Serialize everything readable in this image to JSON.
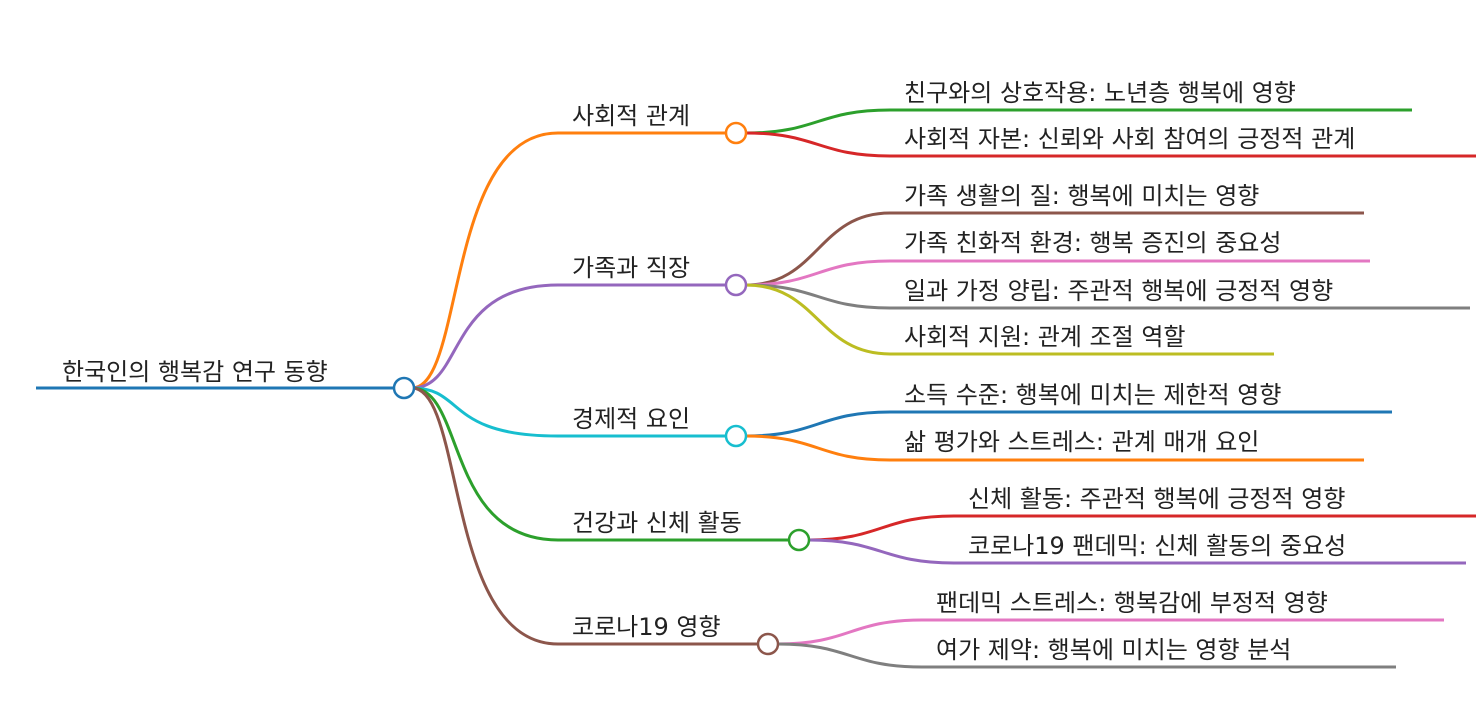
{
  "root": {
    "label": "한국인의 행복감 연구 동향",
    "color": "#1f77b4"
  },
  "branches": [
    {
      "label": "사회적 관계",
      "color": "#ff7f0e",
      "children": [
        {
          "label": "친구와의 상호작용: 노년층 행복에 영향",
          "color": "#2ca02c"
        },
        {
          "label": "사회적 자본: 신뢰와 사회 참여의 긍정적 관계",
          "color": "#d62728"
        }
      ]
    },
    {
      "label": "가족과 직장",
      "color": "#9467bd",
      "children": [
        {
          "label": "가족 생활의 질: 행복에 미치는 영향",
          "color": "#8c564b"
        },
        {
          "label": "가족 친화적 환경: 행복 증진의 중요성",
          "color": "#e377c2"
        },
        {
          "label": "일과 가정 양립: 주관적 행복에 긍정적 영향",
          "color": "#7f7f7f"
        },
        {
          "label": "사회적 지원: 관계 조절 역할",
          "color": "#bcbd22"
        }
      ]
    },
    {
      "label": "경제적 요인",
      "color": "#17becf",
      "children": [
        {
          "label": "소득 수준: 행복에 미치는 제한적 영향",
          "color": "#1f77b4"
        },
        {
          "label": "삶 평가와 스트레스: 관계 매개 요인",
          "color": "#ff7f0e"
        }
      ]
    },
    {
      "label": "건강과 신체 활동",
      "color": "#2ca02c",
      "children": [
        {
          "label": "신체 활동: 주관적 행복에 긍정적 영향",
          "color": "#d62728"
        },
        {
          "label": "코로나19 팬데믹: 신체 활동의 중요성",
          "color": "#9467bd"
        }
      ]
    },
    {
      "label": "코로나19 영향",
      "color": "#8c564b",
      "children": [
        {
          "label": "팬데믹 스트레스: 행복감에 부정적 영향",
          "color": "#e377c2"
        },
        {
          "label": "여가 제약: 행복에 미치는 영향 분석",
          "color": "#7f7f7f"
        }
      ]
    }
  ]
}
